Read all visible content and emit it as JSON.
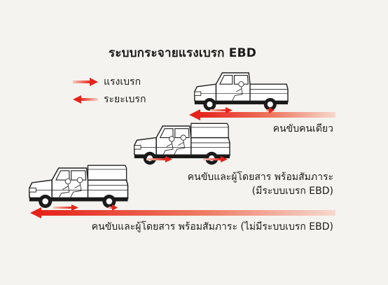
{
  "title": "ระบบกระจายแรงเบรก EBD",
  "legend": {
    "force_label": "แรงเบรก",
    "distance_label": "ระยะเบรก"
  },
  "colors": {
    "brake_red": "#e5231b",
    "background": "#f4f3ef"
  },
  "scenarios": [
    {
      "caption": "คนขับคนเดียว"
    },
    {
      "caption_line1": "คนขับและผู้โดยสาร พร้อมสัมภาระ",
      "caption_line2": "(มีระบบเบรก EBD)"
    },
    {
      "caption": "คนขับและผู้โดยสาร พร้อมสัมภาระ (ไม่มีระบบเบรก EBD)"
    }
  ]
}
